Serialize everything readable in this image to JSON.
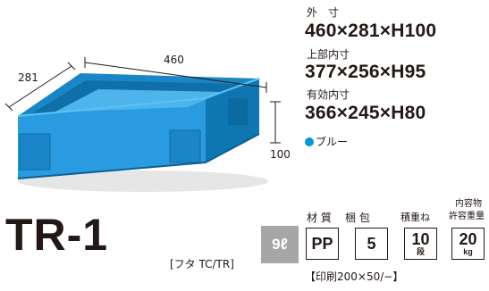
{
  "product": {
    "model": "TR-1",
    "lid_note": "[フタ TC/TR]",
    "capacity": "9ℓ"
  },
  "photo": {
    "dim_length": "460",
    "dim_width": "281",
    "dim_height": "100",
    "box_color": "#1e9ad6"
  },
  "specs": {
    "outer_label": "外　寸",
    "outer_value": "460×281×H100",
    "inner_top_label": "上部内寸",
    "inner_top_value": "377×256×H95",
    "effective_label": "有効内寸",
    "effective_value": "366×245×H80",
    "color_label": "ブルー",
    "color_hex": "#0098d4"
  },
  "table": {
    "material_label": "材 質",
    "packing_label": "梱 包",
    "stack_label": "積重ね",
    "load_label_top": "内容物",
    "load_label_bottom": "許容重量",
    "material_value": "PP",
    "packing_value": "5",
    "stack_value": "10",
    "stack_unit": "段",
    "load_value": "20",
    "load_unit": "kg"
  },
  "print_note": "【印刷200×50/−】"
}
